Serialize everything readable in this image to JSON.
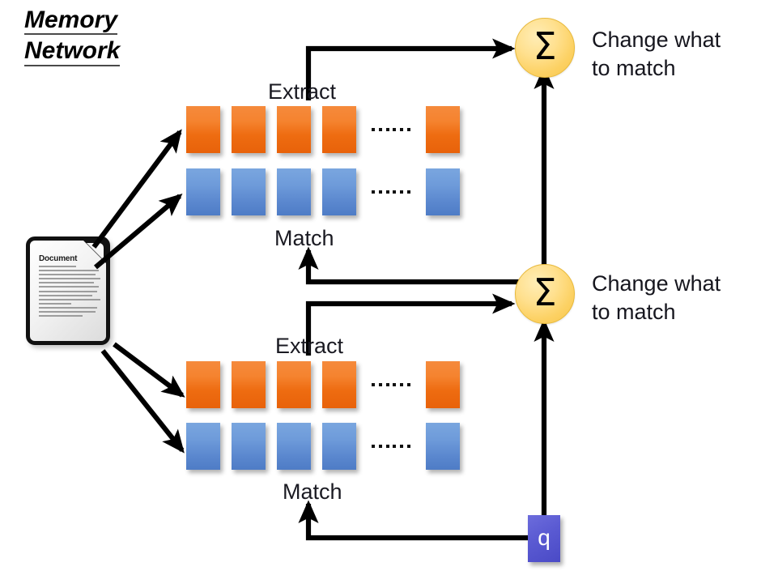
{
  "title": {
    "line1": "Memory",
    "line2": "Network"
  },
  "document": {
    "icon_label": "Document",
    "body_line_count": 13
  },
  "query": {
    "label": "q"
  },
  "blocks": [
    {
      "id": "upper-block",
      "extract_label": "Extract",
      "match_label": "Match",
      "orange_row": {
        "cell_count": 4,
        "ellipsis": "……",
        "tail_cell_count": 1,
        "color": "#EE6C11"
      },
      "blue_row": {
        "cell_count": 4,
        "ellipsis": "……",
        "tail_cell_count": 1,
        "color": "#5B88CF"
      }
    },
    {
      "id": "lower-block",
      "extract_label": "Extract",
      "match_label": "Match",
      "orange_row": {
        "cell_count": 4,
        "ellipsis": "……",
        "tail_cell_count": 1,
        "color": "#EE6C11"
      },
      "blue_row": {
        "cell_count": 4,
        "ellipsis": "……",
        "tail_cell_count": 1,
        "color": "#5B88CF"
      }
    }
  ],
  "sigma_nodes": [
    {
      "id": "sigma-top",
      "glyph": "Σ",
      "caption_line1": "Change what",
      "caption_line2": "to match"
    },
    {
      "id": "sigma-bottom",
      "glyph": "Σ",
      "caption_line1": "Change what",
      "caption_line2": "to match"
    }
  ],
  "colors": {
    "orange_top": "#F58A3C",
    "orange_bottom": "#E8620A",
    "blue_top": "#7AA6DF",
    "blue_bottom": "#4E7CC6",
    "sigma_fill": "#FCD163",
    "sigma_border": "#E8B93A",
    "query_fill": "#5A5AD2",
    "arrow": "#000000",
    "background": "#FFFFFF",
    "title_underline": "#4A4A4A"
  }
}
